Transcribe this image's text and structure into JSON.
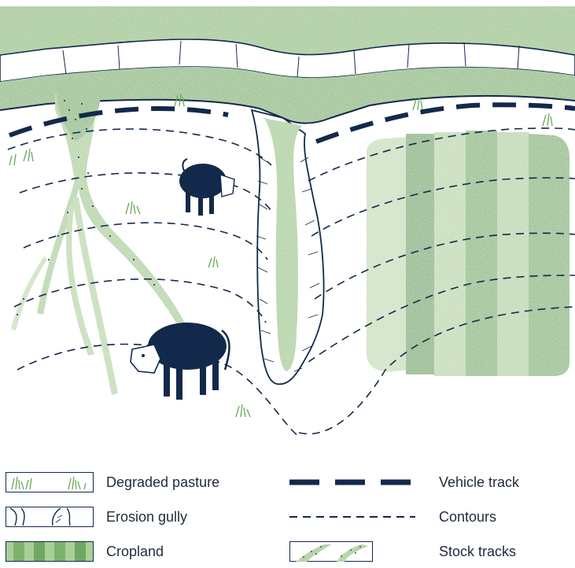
{
  "legend": {
    "degraded_pasture": "Degraded pasture",
    "erosion_gully": "Erosion gully",
    "cropland": "Cropland",
    "vehicle_track": "Vehicle track",
    "contours": "Contours",
    "stock_tracks": "Stock tracks"
  },
  "colors": {
    "grass": "#8fbf7a",
    "grass_dark": "#5f9e55",
    "crop_light": "#a9cf98",
    "crop_dark": "#6aa65e",
    "ink": "#13294b",
    "stock_track": "#b9d6a8"
  }
}
